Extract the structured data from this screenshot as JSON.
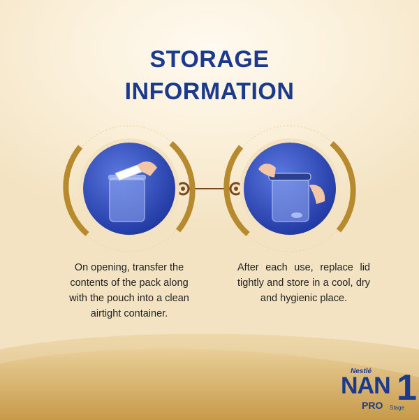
{
  "title": "STORAGE\nINFORMATION",
  "steps": [
    {
      "caption": "On opening, transfer the contents of the pack along with the pouch into a clean airtight container.",
      "icon": "pouch-into-container-icon"
    },
    {
      "caption": "After each use, replace lid tightly and store in a cool, dry and hygienic place.",
      "icon": "close-container-lid-icon"
    }
  ],
  "logo": {
    "brand_small": "Nestlé",
    "name": "NAN",
    "sub": "PRO",
    "stage_label": "Stage",
    "stage_number": "1"
  },
  "colors": {
    "title": "#1c3a8c",
    "gold": "#b88a2e",
    "circle_blue": "#2340b0",
    "background": "#fbf1dc"
  }
}
